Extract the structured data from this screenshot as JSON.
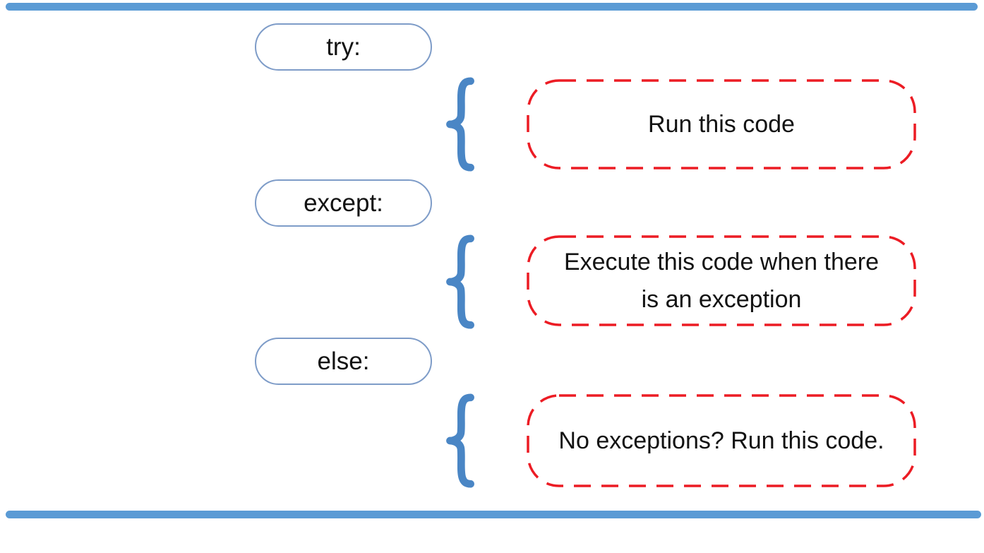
{
  "colors": {
    "bar_blue": "#5B9BD5",
    "pill_border": "#7E9CC8",
    "brace_blue": "#4A86C5",
    "dashed_red": "#EC1C24",
    "text": "#121212"
  },
  "rows": [
    {
      "keyword": "try:",
      "annotation": "Run this code"
    },
    {
      "keyword": "except:",
      "annotation": "Execute this code when there is an exception"
    },
    {
      "keyword": "else:",
      "annotation": "No exceptions? Run this code."
    }
  ]
}
